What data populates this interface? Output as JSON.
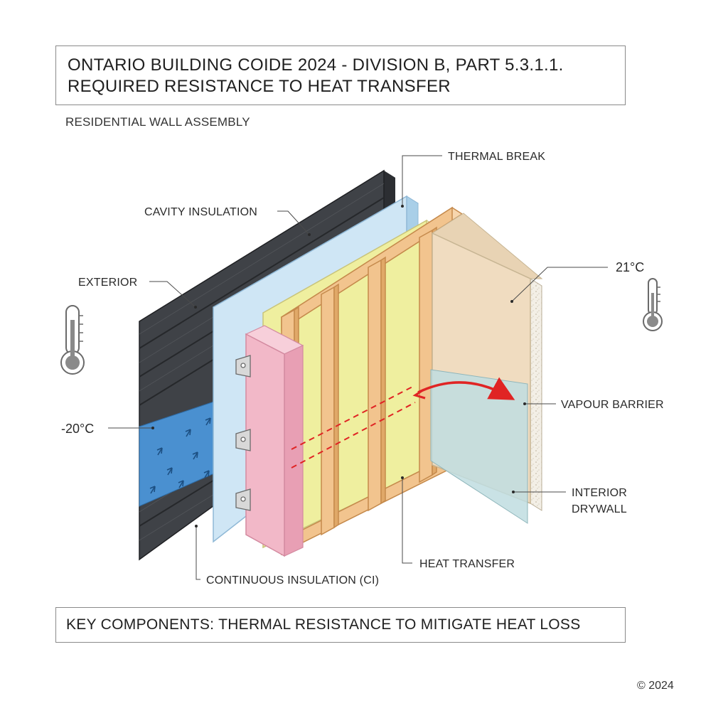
{
  "header": {
    "title_line1": "ONTARIO BUILDING COIDE 2024 - DIVISION B, PART 5.3.1.1.",
    "title_line2": "REQUIRED RESISTANCE TO HEAT TRANSFER",
    "subtitle": "RESIDENTIAL WALL ASSEMBLY"
  },
  "labels": {
    "thermal_break": "THERMAL BREAK",
    "cavity_insulation": "CAVITY INSULATION",
    "exterior": "EXTERIOR",
    "exterior_temp": "-20°C",
    "interior_temp": "21°C",
    "vapour_barrier": "VAPOUR BARRIER",
    "interior_drywall_1": "INTERIOR",
    "interior_drywall_2": "DRYWALL",
    "heat_transfer": "HEAT TRANSFER",
    "continuous_insulation": "CONTINUOUS INSULATION (CI)"
  },
  "footer": {
    "key_components": "KEY COMPONENTS: THERMAL RESISTANCE TO MITIGATE HEAT LOSS",
    "copyright": "© 2024"
  },
  "colors": {
    "exterior_cladding": "#3f4247",
    "cold_band": "#4a90d0",
    "rigid_board": "#cfe6f5",
    "pink_insulation": "#f2b8c8",
    "cavity_insulation": "#efef9f",
    "wood_stud": "#f2c48e",
    "drywall": "#f0dcc0",
    "vapour_barrier": "#bfdde0",
    "heat_arrow": "#e02424"
  },
  "icons": {
    "left_thermometer": "thermometer-icon",
    "right_thermometer": "thermometer-icon"
  }
}
